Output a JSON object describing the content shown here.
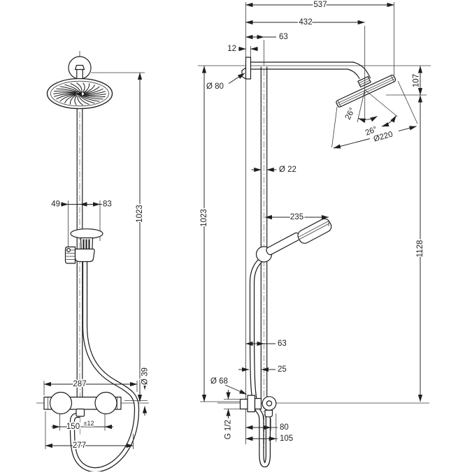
{
  "drawing": {
    "type": "shower-system-dimensional-drawing",
    "line_color": "#1f1f1f",
    "background_color": "#ffffff",
    "dims": {
      "front": {
        "holder_offset_left": "49",
        "holder_offset_right": "83",
        "bar_height": "1023",
        "hose_bend_diameter": "Ø 39",
        "valve_overall_width": "287",
        "connection_centers": "150",
        "connection_tolerance": "±12",
        "valve_lower_width": "277"
      },
      "side": {
        "reach_overall": "537",
        "reach_arm": "432",
        "arm_offset": "63",
        "plate_thickness": "12",
        "wall_plate_diameter": "Ø 80",
        "head_drop": "107",
        "pipe_diameter": "Ø 22",
        "pipe_height": "1023",
        "handshower_reach": "235",
        "head_tilt_upper": "26°",
        "head_tilt_lower": "26°",
        "head_diameter": "Ø220",
        "total_height": "1128",
        "lower_pipe_offset": "63",
        "hose_offset": "25",
        "escutcheon_diameter": "Ø 68",
        "connection_thread": "G 1/2",
        "outlet_offset": "80",
        "hose_loop_offset": "105"
      }
    }
  }
}
